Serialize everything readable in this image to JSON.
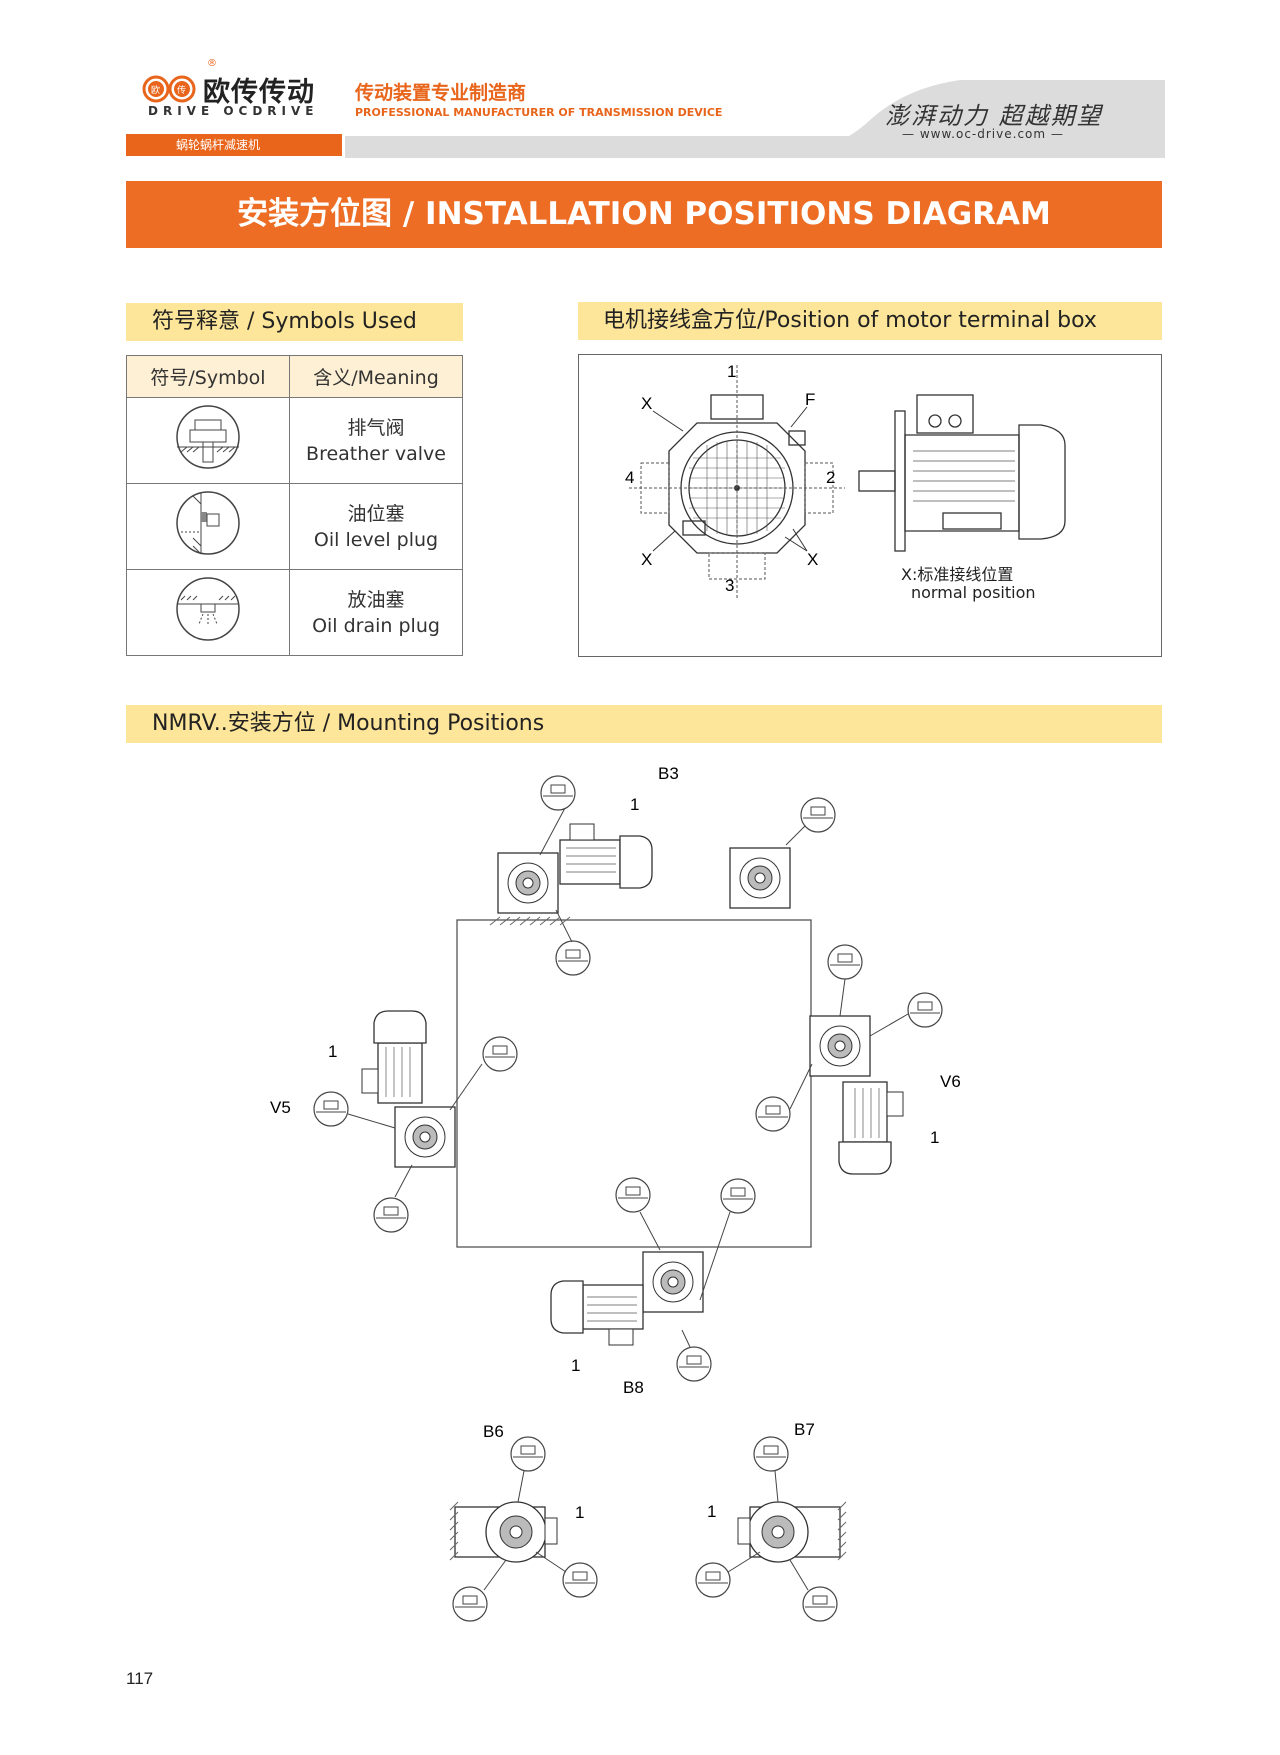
{
  "header": {
    "brand_cn": "欧传传动",
    "brand_en": "DRIVE OCDRIVE",
    "logo_badge_1": "欧",
    "logo_badge_2": "传",
    "registered_mark": "®",
    "tagline_cn": "传动装置专业制造商",
    "tagline_en": "PROFESSIONAL MANUFACTURER OF TRANSMISSION DEVICE",
    "slogan_cn": "澎湃动力 超越期望",
    "website": "www.oc-drive.com",
    "category_tab": "蜗轮蜗杆减速机"
  },
  "title": "安装方位图 / INSTALLATION POSITIONS DIAGRAM",
  "symbols": {
    "heading": "符号释意 / Symbols Used",
    "col_symbol": "符号/Symbol",
    "col_meaning": "含义/Meaning",
    "rows": [
      {
        "cn": "排气阀",
        "en": "Breather valve",
        "icon": "breather-valve-icon"
      },
      {
        "cn": "油位塞",
        "en": "Oil level plug",
        "icon": "oil-level-plug-icon"
      },
      {
        "cn": "放油塞",
        "en": "Oil drain plug",
        "icon": "oil-drain-plug-icon"
      }
    ]
  },
  "terminal_box": {
    "heading": "电机接线盒方位/Position of motor terminal box",
    "labels": {
      "top": "1",
      "right": "2",
      "bottom": "3",
      "left": "4",
      "f": "F",
      "x": "X"
    },
    "note_cn": "X:标准接线位置",
    "note_en": "normal position"
  },
  "mounting": {
    "heading": "NMRV..安装方位 / Mounting Positions",
    "positions": [
      "B3",
      "V5",
      "V6",
      "B8",
      "B6",
      "B7"
    ],
    "marker": "1"
  },
  "page_number": "117",
  "colors": {
    "orange": "#ed6d25",
    "yellow": "#fde69a",
    "gray": "#dcdcdc"
  }
}
